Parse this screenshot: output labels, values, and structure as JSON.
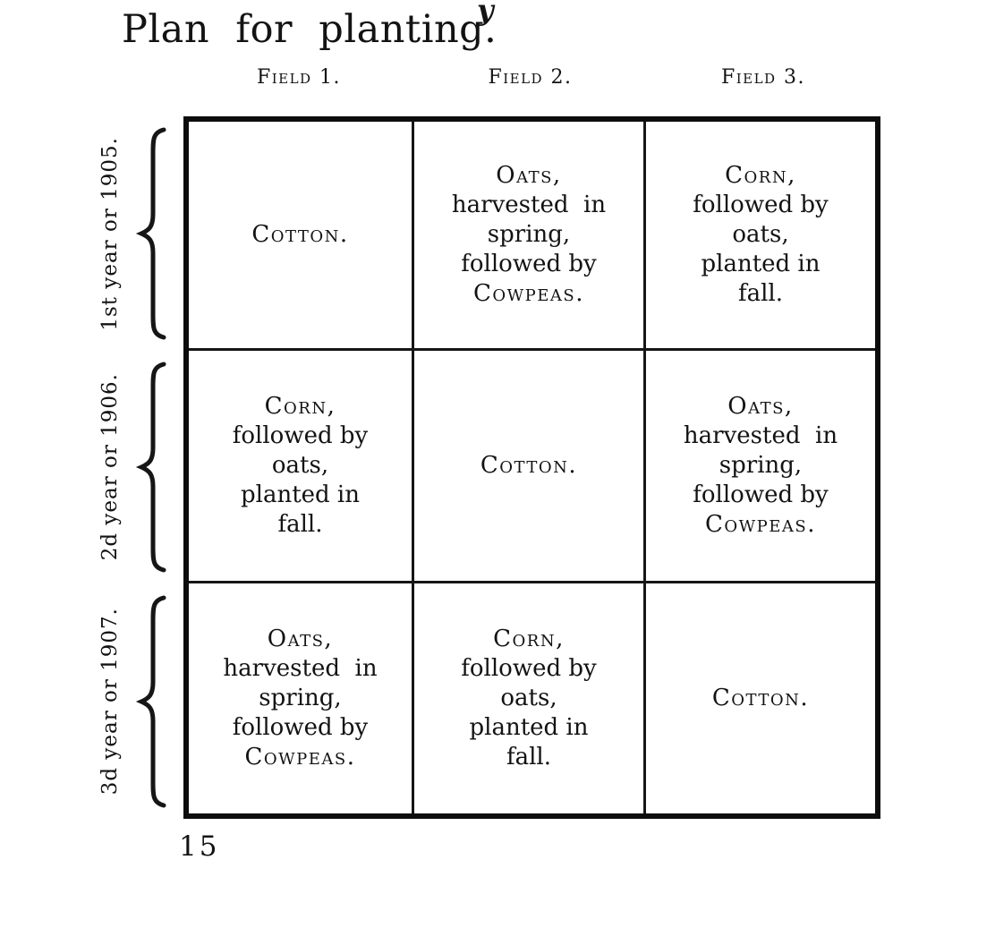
{
  "page": {
    "title": "Plan for planting.",
    "stray_mark": "y",
    "page_number": "15"
  },
  "table": {
    "column_headers": [
      "Field 1.",
      "Field 2.",
      "Field 3."
    ],
    "row_labels": [
      "1st year or 1905.",
      "2d year or 1906.",
      "3d year or 1907."
    ],
    "cells": [
      [
        {
          "lines": [
            {
              "t": "Cotton.",
              "sc": true
            }
          ]
        },
        {
          "lines": [
            {
              "t": "Oats,",
              "sc": true
            },
            {
              "t": "harvested  in",
              "sc": false
            },
            {
              "t": "spring,",
              "sc": false
            },
            {
              "t": "followed by",
              "sc": false
            },
            {
              "t": "Cowpeas.",
              "sc": true
            }
          ]
        },
        {
          "lines": [
            {
              "t": "Corn,",
              "sc": true
            },
            {
              "t": "followed by",
              "sc": false
            },
            {
              "t": "oats,",
              "sc": false
            },
            {
              "t": "planted in",
              "sc": false
            },
            {
              "t": "fall.",
              "sc": false
            }
          ]
        }
      ],
      [
        {
          "lines": [
            {
              "t": "Corn,",
              "sc": true
            },
            {
              "t": "followed by",
              "sc": false
            },
            {
              "t": "oats,",
              "sc": false
            },
            {
              "t": "planted in",
              "sc": false
            },
            {
              "t": "fall.",
              "sc": false
            }
          ]
        },
        {
          "lines": [
            {
              "t": "Cotton.",
              "sc": true
            }
          ]
        },
        {
          "lines": [
            {
              "t": "Oats,",
              "sc": true
            },
            {
              "t": "harvested  in",
              "sc": false
            },
            {
              "t": "spring,",
              "sc": false
            },
            {
              "t": "followed by",
              "sc": false
            },
            {
              "t": "Cowpeas.",
              "sc": true
            }
          ]
        }
      ],
      [
        {
          "lines": [
            {
              "t": "Oats,",
              "sc": true
            },
            {
              "t": "harvested  in",
              "sc": false
            },
            {
              "t": "spring,",
              "sc": false
            },
            {
              "t": "followed by",
              "sc": false
            },
            {
              "t": "Cowpeas.",
              "sc": true
            }
          ]
        },
        {
          "lines": [
            {
              "t": "Corn,",
              "sc": true
            },
            {
              "t": "followed by",
              "sc": false
            },
            {
              "t": "oats,",
              "sc": false
            },
            {
              "t": "planted in",
              "sc": false
            },
            {
              "t": "fall.",
              "sc": false
            }
          ]
        },
        {
          "lines": [
            {
              "t": "Cotton.",
              "sc": true
            }
          ]
        }
      ]
    ]
  },
  "colors": {
    "ink": "#131313",
    "paper": "#ffffff"
  }
}
